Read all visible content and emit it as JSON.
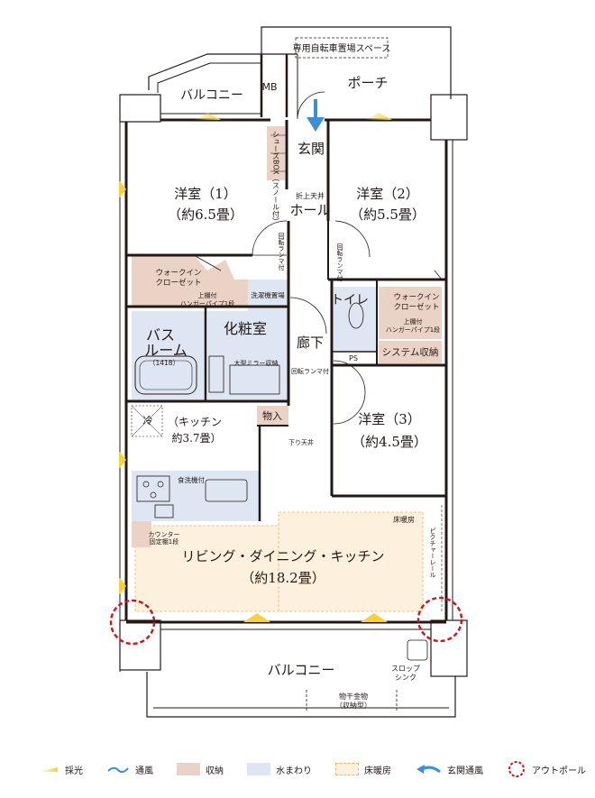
{
  "rooms": {
    "bicycle": "専用自転車置場スペース",
    "porch": "ポーチ",
    "balcony_top": "バルコニー",
    "mb": "MB",
    "shoes_box": "シューズBOX（スノール付）",
    "genkan": "玄関",
    "western1_name": "洋室（1）",
    "western1_size": "（約6.5畳）",
    "western2_name": "洋室（2）",
    "western2_size": "（約5.5畳）",
    "hall_note": "折上天井",
    "hall": "ホール",
    "lamp_note_left": "回転ランマ付",
    "lamp_note_right": "回転ランマ付",
    "wic_left_1": "ウォークイン",
    "wic_left_2": "クローゼット",
    "wic_left_shelf_1": "上棚付",
    "wic_left_shelf_2": "ハンガーパイプ1段",
    "laundry": "洗濯機置場",
    "toilet": "トイレ",
    "wic_right_1": "ウォークイン",
    "wic_right_2": "クローゼット",
    "wic_right_shelf_1": "上棚付",
    "wic_right_shelf_2": "ハンガーパイプ1段",
    "bath_1": "バス",
    "bath_2": "ルーム",
    "bath_size": "（1418）",
    "vanity": "化粧室",
    "mirror": "大型ミラー収納",
    "corridor": "廊下",
    "ps": "PS",
    "system_storage": "システム収納",
    "lamp_note_center": "回転ランマ付",
    "fridge": "冷",
    "kitchen_1": "（キッチン",
    "kitchen_2": "約3.7畳）",
    "storage": "物入",
    "lower_ceiling": "下り天井",
    "western3_name": "洋室（3）",
    "western3_size": "（約4.5畳）",
    "dishwasher": "食洗機付",
    "counter_1": "カウンター",
    "counter_2": "固定棚1段",
    "floor_heating": "床暖房",
    "picture_rail": "ピクチャーレール",
    "ldk_name": "リビング・ダイニング・キッチン",
    "ldk_size": "（約18.2畳）",
    "balcony_bottom": "バルコニー",
    "slop_1": "スロップ",
    "slop_2": "シンク",
    "dry_1": "物干金物",
    "dry_2": "（収納型）"
  },
  "legend": [
    {
      "icon": "light-icon",
      "label": "採光"
    },
    {
      "icon": "ventilation-icon",
      "label": "通風"
    },
    {
      "icon": "storage-swatch",
      "label": "収納",
      "color": "#ead3c5"
    },
    {
      "icon": "water-swatch",
      "label": "水まわり",
      "color": "#dde6f2"
    },
    {
      "icon": "floor-heating-swatch",
      "label": "床暖房",
      "color": "#fdf1de"
    },
    {
      "icon": "entrance-vent-icon",
      "label": "玄関通風"
    },
    {
      "icon": "outpole-icon",
      "label": "アウトポール"
    }
  ],
  "colors": {
    "storage": "#ead3c5",
    "water": "#dde6f2",
    "floor_heating": "#fdf1de",
    "outpole": "#c41a22",
    "vent": "#3a8fd6",
    "light": "#f5d23a",
    "wall": "#231815"
  }
}
